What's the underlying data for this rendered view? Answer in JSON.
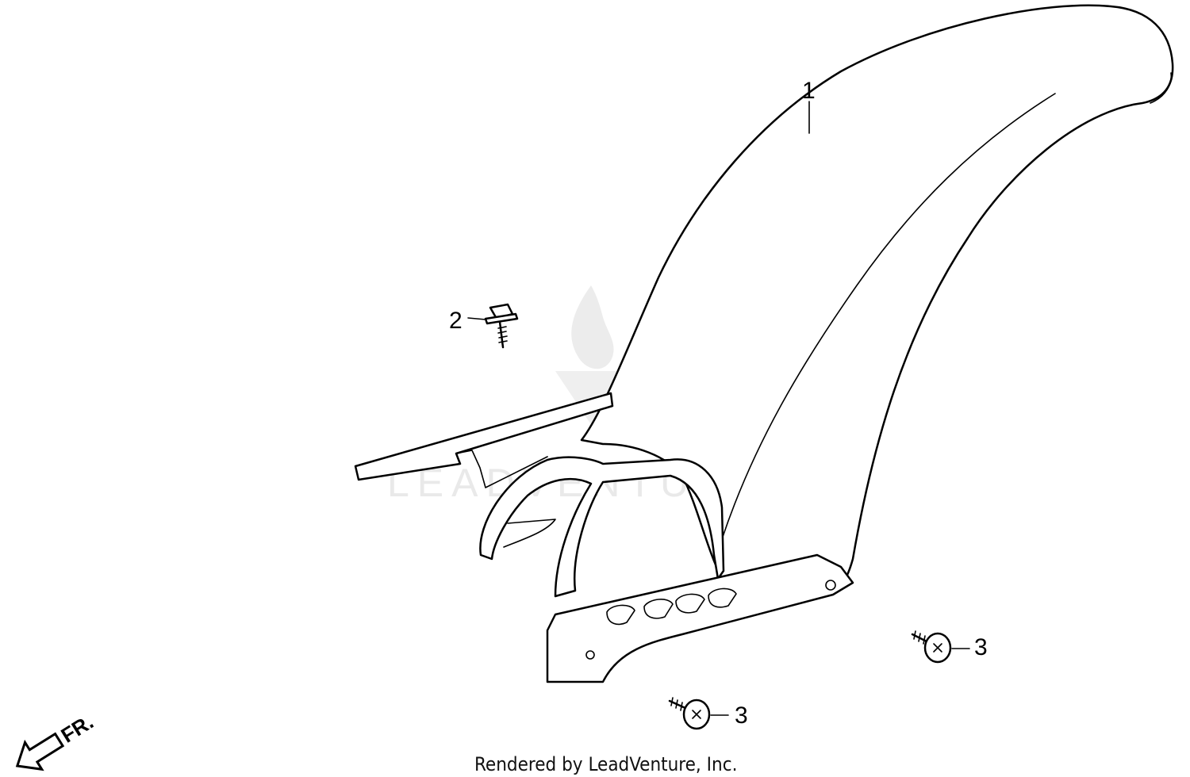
{
  "diagram": {
    "callouts": {
      "part1": "1",
      "part2": "2",
      "part3a": "3",
      "part3b": "3"
    },
    "direction_label": "FR.",
    "watermark_text": "LEADVENTURE",
    "footer_text": "Rendered by LeadVenture, Inc."
  }
}
